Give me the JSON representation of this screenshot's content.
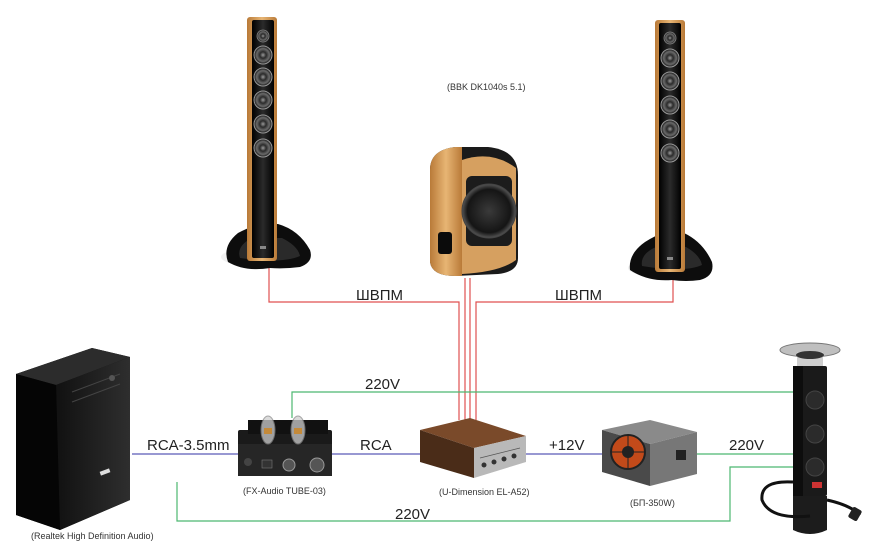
{
  "title": "(BBK DK1040s 5.1)",
  "devices": {
    "pc_caption": "(Realtek High Definition Audio)",
    "dac_caption": "(FX-Audio TUBE-03)",
    "amp_caption": "(U-Dimension EL-A52)",
    "psu_caption": "(БП-350W)"
  },
  "links": {
    "left_speaker_cable": "ШВПМ",
    "right_speaker_cable": "ШВПМ",
    "pc_to_dac": "RCA-3.5mm",
    "dac_to_amp": "RCA",
    "psu_to_amp": "+12V",
    "power_dac": "220V",
    "power_psu": "220V",
    "power_pc": "220V"
  },
  "colors": {
    "speaker_wire": "#e05050",
    "signal_wire": "#5a5ab8",
    "power_wire": "#4cb870",
    "wood": "#d9a15c",
    "piano_black": "#141414"
  }
}
